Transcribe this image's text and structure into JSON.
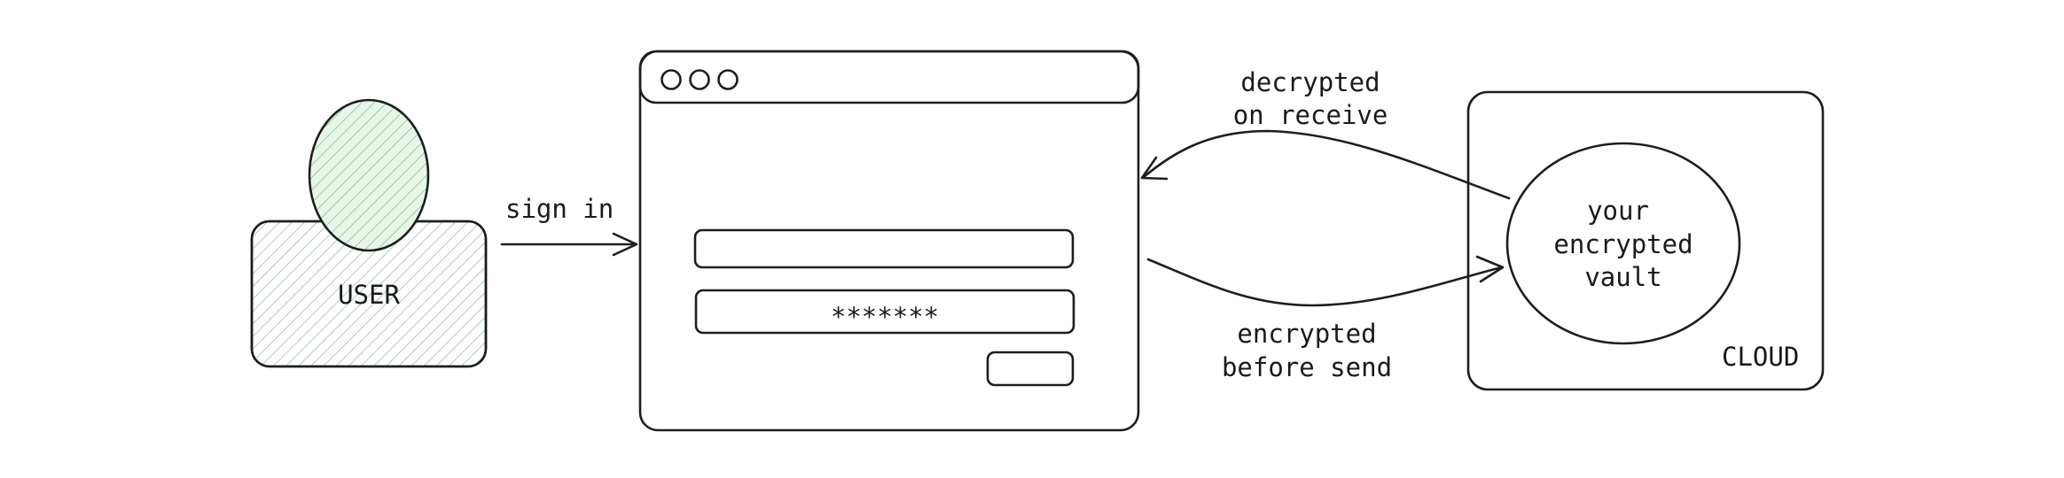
{
  "labels": {
    "user": "USER",
    "sign_in": "sign in",
    "password_mask": "*******",
    "decrypted_line1": "decrypted",
    "decrypted_line2": "on receive",
    "encrypted_line1": "encrypted",
    "encrypted_line2": "before send",
    "vault_line1": "your",
    "vault_line2": "encrypted",
    "vault_line3": "vault",
    "cloud": "CLOUD"
  },
  "colors": {
    "stroke": "#1e1e1e",
    "user_fill": "#2f9e44",
    "vault_fill": "#e64980",
    "hatch_gray": "#bdbdbd"
  },
  "icons": {
    "window_dots": [
      "window-dot-icon",
      "window-dot-icon",
      "window-dot-icon"
    ],
    "arrow_heads": "arrow-head-icon"
  }
}
